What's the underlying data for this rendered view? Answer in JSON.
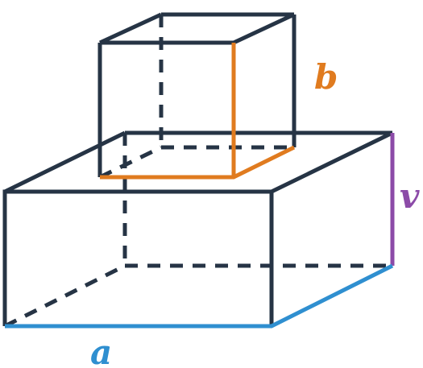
{
  "labels": {
    "a": "a",
    "b": "b",
    "v": "v"
  },
  "colors": {
    "edge": "#263445",
    "a": "#2f8fd0",
    "b": "#e07b1f",
    "v": "#8c4ba8",
    "background": "#ffffff"
  }
}
